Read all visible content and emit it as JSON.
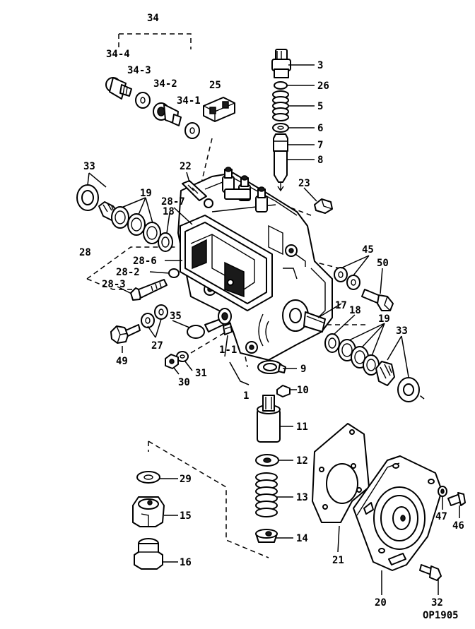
{
  "diagram": {
    "drawing_code": "OP1905",
    "labels": {
      "p1": "1",
      "p1_1": "1-1",
      "p3": "3",
      "p5": "5",
      "p6": "6",
      "p7": "7",
      "p8": "8",
      "p9": "9",
      "p10": "10",
      "p11": "11",
      "p12": "12",
      "p13": "13",
      "p14": "14",
      "p15": "15",
      "p16": "16",
      "p17": "17",
      "p18a": "18",
      "p18b": "18",
      "p19a": "19",
      "p19b": "19",
      "p20": "20",
      "p21": "21",
      "p22": "22",
      "p23": "23",
      "p25": "25",
      "p26": "26",
      "p27": "27",
      "p28": "28",
      "p28_2": "28-2",
      "p28_3": "28-3",
      "p28_6": "28-6",
      "p28_7": "28-7",
      "p29": "29",
      "p30": "30",
      "p31": "31",
      "p32": "32",
      "p33a": "33",
      "p33b": "33",
      "p34": "34",
      "p34_1": "34-1",
      "p34_2": "34-2",
      "p34_3": "34-3",
      "p34_4": "34-4",
      "p35": "35",
      "p45": "45",
      "p46": "46",
      "p47": "47",
      "p49": "49",
      "p50": "50"
    }
  }
}
